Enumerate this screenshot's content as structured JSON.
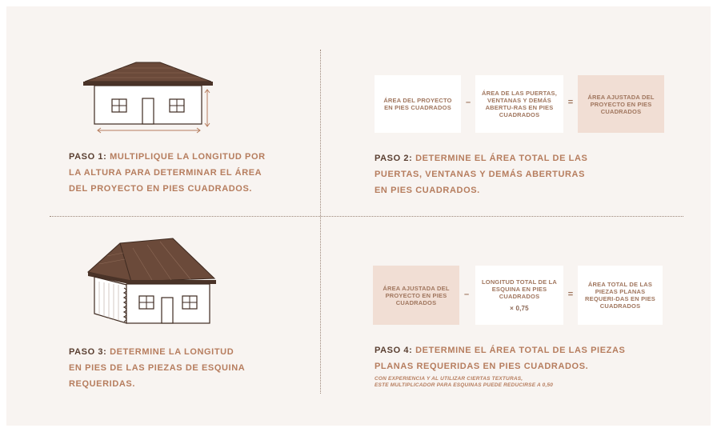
{
  "step1": {
    "number": "PASO 1:",
    "line1": "MULTIPLIQUE LA LONGITUD POR",
    "line2": "LA ALTURA PARA DETERMINAR EL ÁREA",
    "line3": "DEL PROYECTO EN PIES CUADRADOS."
  },
  "step2": {
    "number": "PASO 2:",
    "line1": "DETERMINE EL ÁREA TOTAL DE LAS",
    "line2": "PUERTAS, VENTANAS Y DEMÁS ABERTURAS",
    "line3": "EN PIES CUADRADOS.",
    "box_project_area": "ÁREA DEL PROYECTO EN PIES CUADRADOS",
    "box_openings": "ÁREA DE LAS PUERTAS, VENTANAS Y DEMÁS ABERTU-RAS EN PIES CUADRADOS",
    "box_adjusted": "ÁREA AJUSTADA DEL PROYECTO EN PIES CUADRADOS",
    "minus": "–",
    "equals": "="
  },
  "step3": {
    "number": "PASO 3:",
    "line1": "DETERMINE LA LONGITUD",
    "line2": "EN PIES DE LAS PIEZAS DE ESQUINA",
    "line3": "REQUERIDAS."
  },
  "step4": {
    "number": "PASO 4:",
    "line1": "DETERMINE EL ÁREA TOTAL DE LAS PIEZAS",
    "line2": "PLANAS REQUERIDAS EN PIES CUADRADOS.",
    "note_line1": "CON EXPERIENCIA Y AL UTILIZAR CIERTAS TEXTURAS,",
    "note_line2": "ESTE MULTIPLICADOR PARA ESQUINAS PUEDE REDUCIRSE A 0,50",
    "box_adjusted": "ÁREA AJUSTADA DEL PROYECTO EN PIES CUADRADOS",
    "box_corner": "LONGITUD TOTAL DE LA ESQUINA EN PIES CUADRADOS",
    "multiplier": "× 0,75",
    "box_total": "ÁREA TOTAL DE LAS PIEZAS PLANAS REQUERI-DAS EN PIES CUADRADOS",
    "minus": "–",
    "equals": "="
  },
  "colors": {
    "accent": "#b67d5e",
    "dark": "#5a3f31",
    "highlight": "#f1ded4",
    "background": "#f8f4f1"
  },
  "icons": {
    "house_front": "house-front-icon",
    "house_3d": "house-3d-icon"
  }
}
